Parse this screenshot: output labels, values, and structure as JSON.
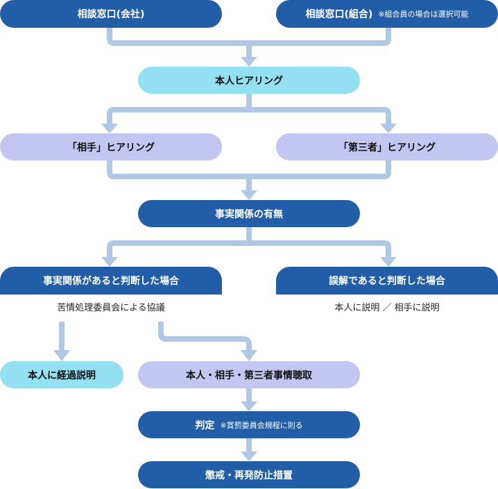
{
  "colors": {
    "dark_blue": "#225ea8",
    "cyan": "#92e0f2",
    "lavender": "#c2c6f0",
    "connector": "#b0c8e4"
  },
  "nodes": {
    "consult_company": {
      "label": "相談窓口(会社)"
    },
    "consult_union": {
      "label": "相談窓口(組合)",
      "note": "※組合員の場合は選択可能"
    },
    "self_hearing": {
      "label": "本人ヒアリング"
    },
    "partner_hearing": {
      "label": "「相手」ヒアリング"
    },
    "third_party_hearing": {
      "label": "「第三者」ヒアリング"
    },
    "fact_check": {
      "label": "事実関係の有無"
    },
    "fact_exists": {
      "label": "事実関係があると判断した場合",
      "detail": "苦情処理委員会による協議"
    },
    "misunderstanding": {
      "label": "誤解であると判断した場合",
      "detail": "本人に説明 ／ 相手に説明"
    },
    "progress_explanation": {
      "label": "本人に経過説明"
    },
    "interview_all": {
      "label": "本人・相手・第三者事情聴取"
    },
    "judgment": {
      "label": "判定",
      "note": "※賞罰委員会規程に則る"
    },
    "discipline": {
      "label": "懲戒・再発防止措置"
    }
  }
}
